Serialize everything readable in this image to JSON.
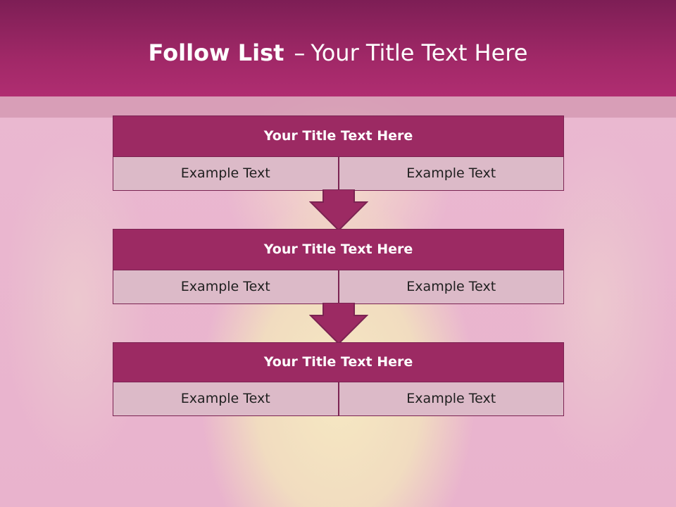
{
  "slide": {
    "title_bold": "Follow List",
    "title_separator": "–",
    "title_rest": "Your Title Text Here"
  },
  "blocks": [
    {
      "heading": "Your Title Text Here",
      "left": "Example Text",
      "right": "Example Text"
    },
    {
      "heading": "Your Title Text Here",
      "left": "Example Text",
      "right": "Example Text"
    },
    {
      "heading": "Your Title Text Here",
      "left": "Example Text",
      "right": "Example Text"
    }
  ],
  "colors": {
    "header": "#a02867",
    "block_head": "#9c2a63",
    "cell": "#dcbac8",
    "border": "#7b2352"
  }
}
